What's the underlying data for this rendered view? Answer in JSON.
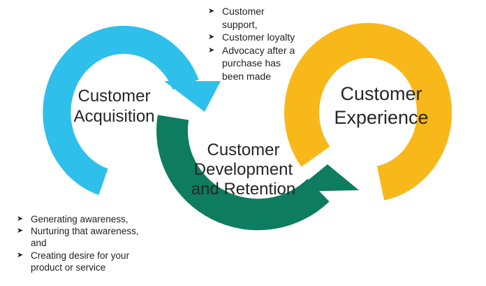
{
  "colors": {
    "acquisition": "#2EC0EA",
    "development": "#0E7C5F",
    "experience": "#F8B81A",
    "text": "#262626"
  },
  "icons": {
    "bullet": "arrow-bullet-icon"
  },
  "stages": {
    "acquisition": {
      "line1": "Customer",
      "line2": "Acquisition"
    },
    "development": {
      "line1": "Customer",
      "line2": "Development",
      "line3": "and Retention"
    },
    "experience": {
      "line1": "Customer",
      "line2": "Experience"
    }
  },
  "notes": {
    "top": [
      {
        "line1": "Customer",
        "line2": "support,"
      },
      {
        "line1": "Customer loyalty"
      },
      {
        "line1": "Advocacy after a",
        "line2": "purchase has",
        "line3": "been made"
      }
    ],
    "bottom": [
      {
        "line1": "Generating awareness,"
      },
      {
        "line1": "Nurturing that awareness,",
        "line2": "and"
      },
      {
        "line1": "Creating desire for your",
        "line2": "product or service"
      }
    ]
  }
}
